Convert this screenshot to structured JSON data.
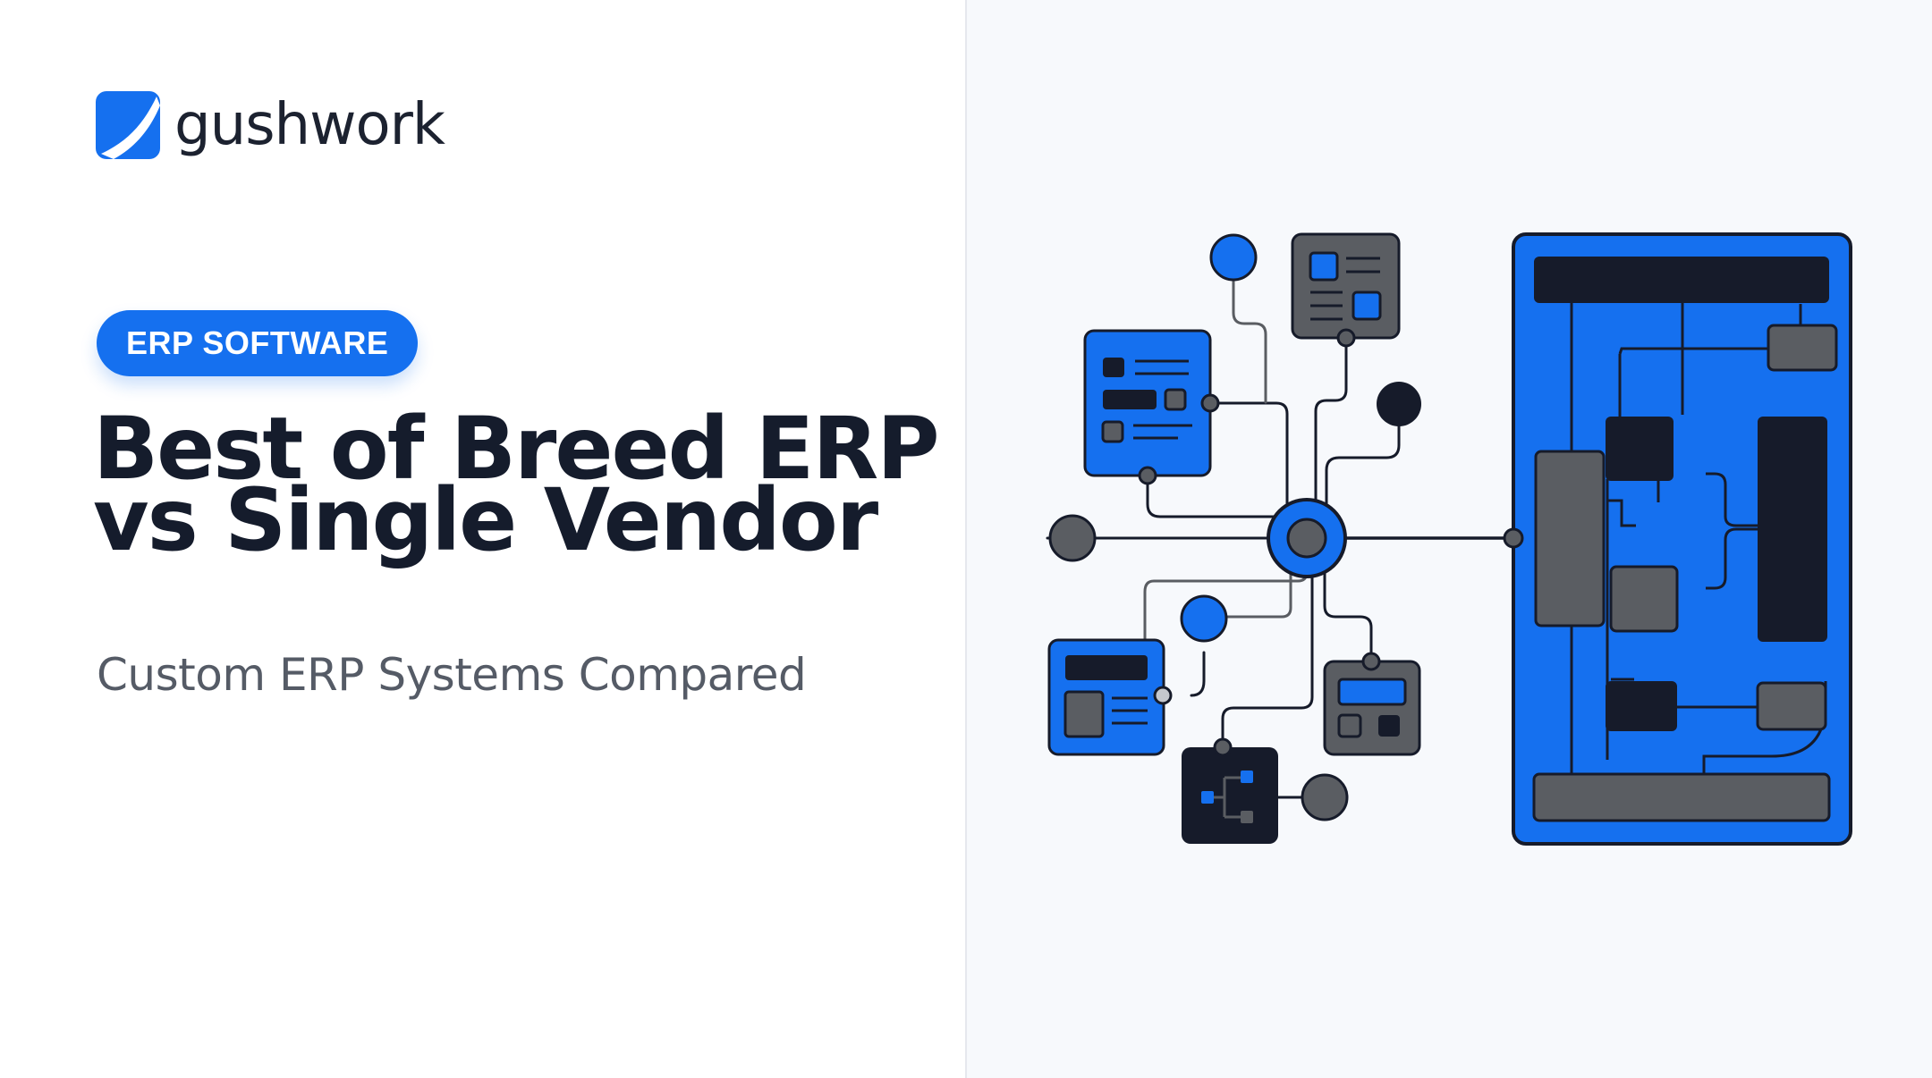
{
  "brand": {
    "name": "gushwork",
    "mark_color": "#1570ef"
  },
  "badge": {
    "label": "ERP SOFTWARE"
  },
  "headline": {
    "line1": "Best of Breed ERP",
    "line2": "vs Single Vendor"
  },
  "subheadline": "Custom ERP Systems Compared",
  "colors": {
    "accent_blue": "#1570ef",
    "dark_navy": "#161b2a",
    "gray": "#5a5d62",
    "text_primary": "#151c2c",
    "text_secondary": "#555b66"
  },
  "illustration": {
    "description_icons": [
      "hub-icon",
      "module-card-icon",
      "node-dot-icon",
      "flowchart-icon",
      "system-panel-icon"
    ]
  }
}
